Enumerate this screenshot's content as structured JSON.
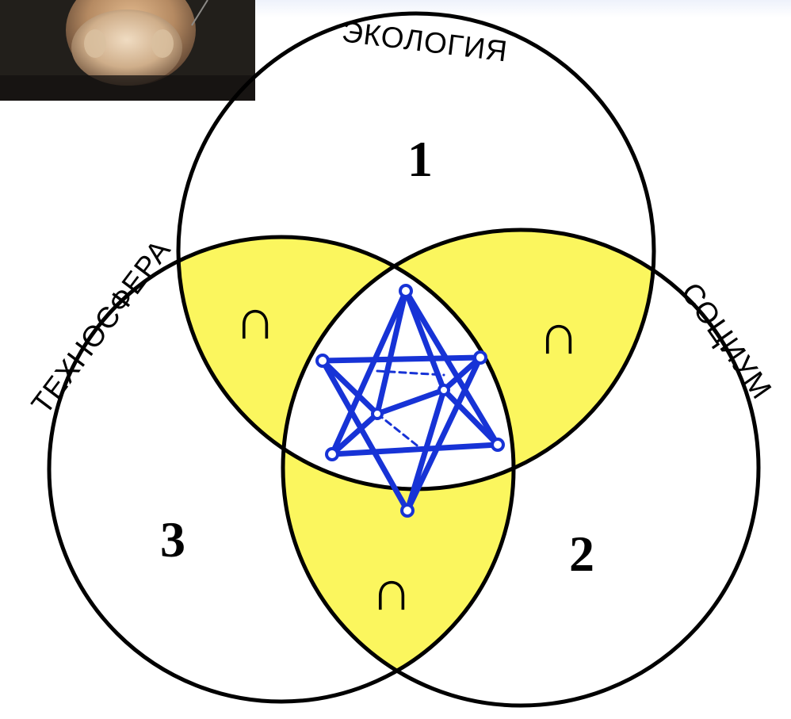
{
  "diagram": {
    "circle_labels": {
      "top": "ЭКОЛОГИЯ",
      "left": "ТЕХНОСФЕРА",
      "right": "СОЦИУМ"
    },
    "region_numbers": {
      "ecology": "1",
      "society": "2",
      "technosphere": "3"
    },
    "intersection_symbol": "∩",
    "colors": {
      "outline": "#000000",
      "pairwise_overlap_fill": "#fbf65e",
      "center_fill": "#ffffff",
      "star_figure": "#1733d6",
      "background": "#ffffff"
    },
    "central_figure": "star-tetrahedron-icon",
    "photo": "bearded-man-portrait-crop"
  }
}
